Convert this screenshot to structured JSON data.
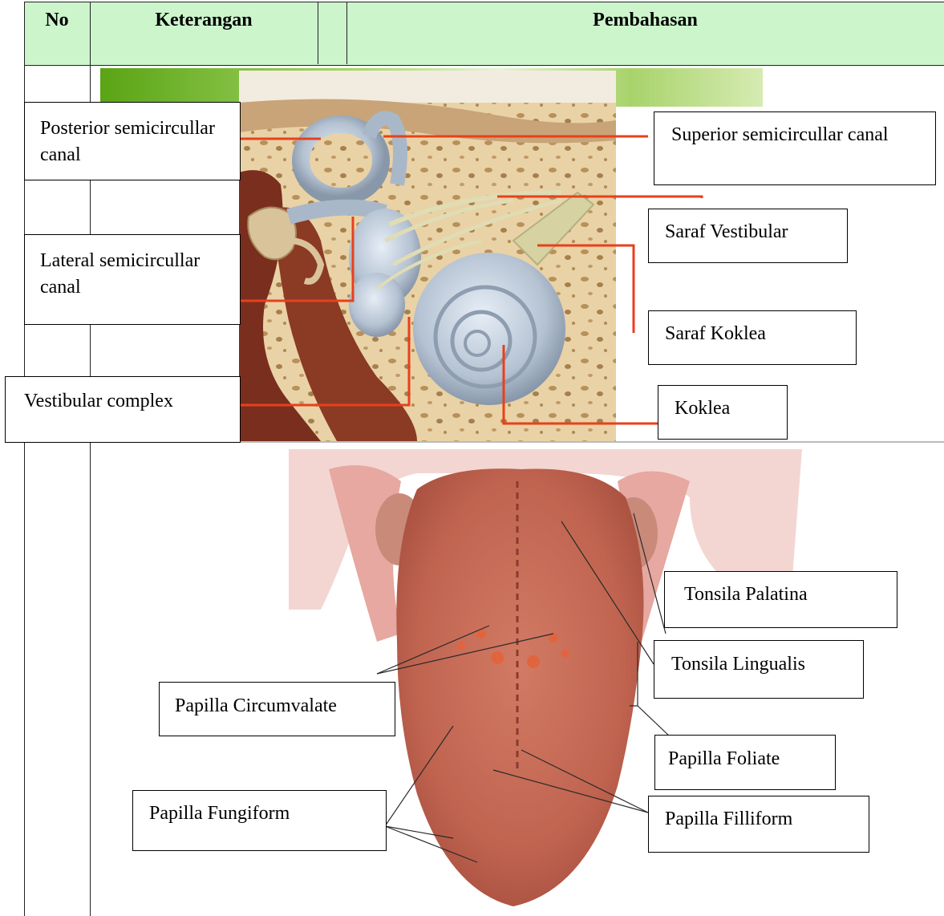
{
  "table": {
    "headers": {
      "no": "No",
      "keterangan": "Keterangan",
      "pembahasan": "Pembahasan"
    },
    "header_bg": "#ccf5cc"
  },
  "ear_figure": {
    "labels": {
      "posterior": "Posterior semicircullar canal",
      "lateral": "Lateral semicircullar canal",
      "vestibular_complex": "Vestibular complex",
      "superior": "Superior semicircullar canal",
      "saraf_vestibular": "Saraf Vestibular",
      "saraf_koklea": "Saraf Koklea",
      "koklea": "Koklea"
    },
    "leader_color": "#e8401c"
  },
  "tongue_figure": {
    "labels": {
      "tonsila_palatina": "Tonsila Palatina",
      "tonsila_lingualis": "Tonsila Lingualis",
      "papilla_circumvalate": "Papilla Circumvalate",
      "papilla_foliate": "Papilla Foliate",
      "papilla_fungiform": "Papilla Fungiform",
      "papilla_filliform": "Papilla Filliform"
    }
  }
}
